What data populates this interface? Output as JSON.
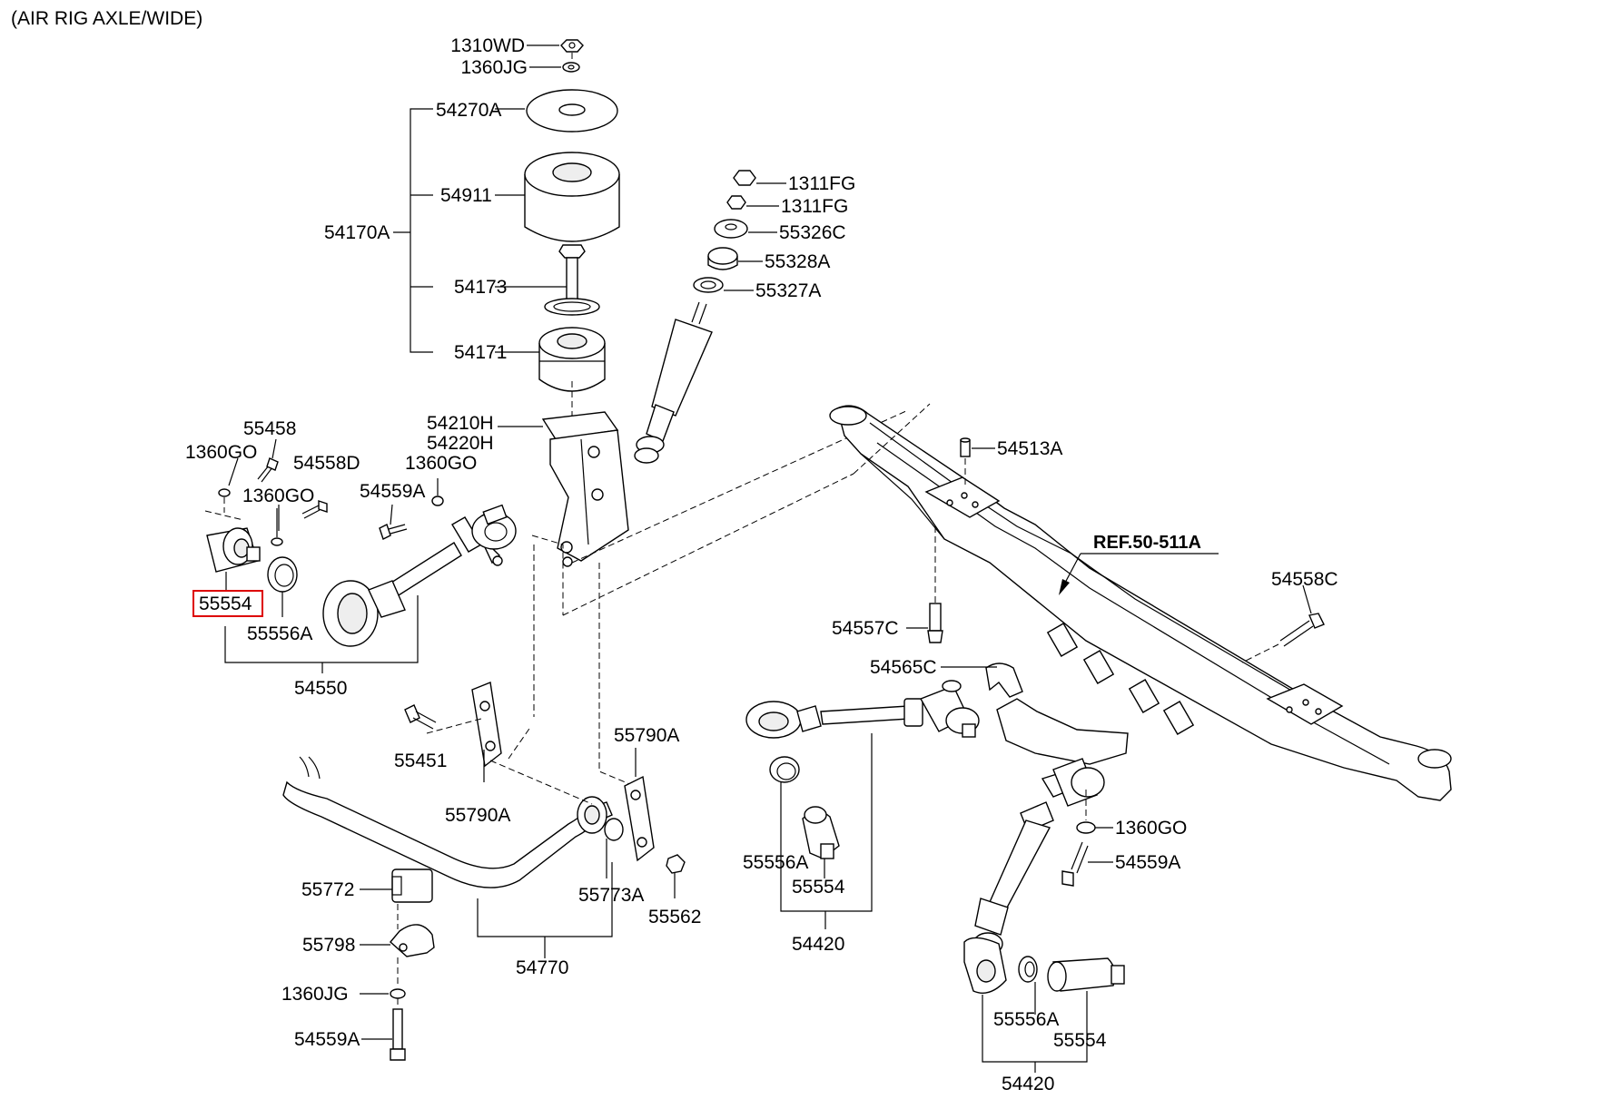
{
  "diagram": {
    "title": "(AIR RIG AXLE/WIDE)",
    "reference": "REF.50-511A",
    "highlight_color": "#dd0000",
    "highlighted_part": "55554",
    "parts": {
      "p1310WD": "1310WD",
      "p1360JG_top": "1360JG",
      "p54270A": "54270A",
      "p54911": "54911",
      "p54170A": "54170A",
      "p54173": "54173",
      "p54171": "54171",
      "p1311FG_a": "1311FG",
      "p1311FG_b": "1311FG",
      "p55326C": "55326C",
      "p55328A": "55328A",
      "p55327A": "55327A",
      "p54210H": "54210H",
      "p54220H": "54220H",
      "p55458": "55458",
      "p1360GO_a": "1360GO",
      "p54558D": "54558D",
      "p1360GO_b": "1360GO",
      "p1360GO_c": "1360GO",
      "p54559A_a": "54559A",
      "p55554_a": "55554",
      "p55556A_a": "55556A",
      "p54550": "54550",
      "p54513A": "54513A",
      "p54558C": "54558C",
      "p54557C": "54557C",
      "p54565C": "54565C",
      "p55451": "55451",
      "p55790A_a": "55790A",
      "p55790A_b": "55790A",
      "p55556A_b": "55556A",
      "p55554_b": "55554",
      "p54420_a": "54420",
      "p1360GO_d": "1360GO",
      "p54559A_b": "54559A",
      "p55772": "55772",
      "p55773A": "55773A",
      "p55562": "55562",
      "p55798": "55798",
      "p54770": "54770",
      "p1360JG_bot": "1360JG",
      "p54559A_c": "54559A",
      "p55556A_c": "55556A",
      "p55554_c": "55554",
      "p54420_b": "54420"
    }
  }
}
